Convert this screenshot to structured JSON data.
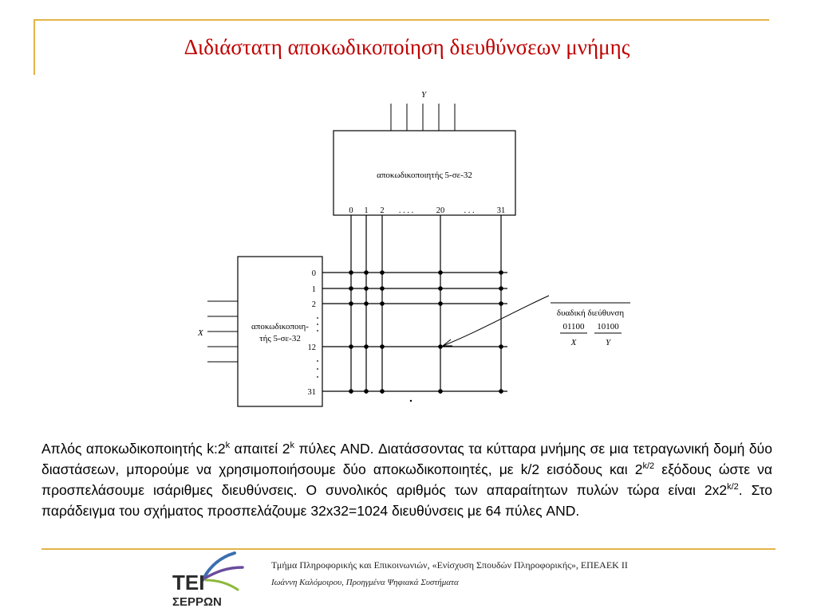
{
  "colors": {
    "accent_gold": "#E3B448",
    "title_red": "#C00000",
    "line": "#000000",
    "logo_dark": "#2B2B2B",
    "logo_blue": "#3A6FB0",
    "logo_purple": "#6A4C9C",
    "logo_green": "#8DB83A"
  },
  "slide": {
    "title": "Διδιάστατη αποκωδικοποίηση διευθύνσεων μνήμης"
  },
  "diagram": {
    "top_decoder": {
      "label": "αποκωδικοποιητής 5-σε-32",
      "input_label": "Y",
      "outputs": [
        "0",
        "1",
        "2",
        ". . . .",
        "20",
        ". . .",
        "31"
      ]
    },
    "left_decoder": {
      "label_line1": "αποκωδικοποιη-",
      "label_line2": "τής 5-σε-32",
      "input_label": "X",
      "outputs": [
        "0",
        "1",
        "2",
        "12",
        "31"
      ]
    },
    "address_box": {
      "heading": "δυαδική διεύθυνση",
      "x_bits": "01100",
      "y_bits": "10100",
      "x_label": "X",
      "y_label": "Y"
    }
  },
  "body": {
    "p1": "Απλός αποκωδικοποιητής k:2",
    "sup_k_1": "k",
    "p2": " απαιτεί 2",
    "sup_k_2": "k",
    "p3": " πύλες AND. Διατάσσοντας τα κύτταρα μνήμης σε μια τετραγωνική δομή δύο διαστάσεων, μπορούμε να χρησιμοποιήσουμε δύο αποκωδικοποιητές, με k/2 εισόδους και 2",
    "sup_k2_1": "k/2",
    "p4": " εξόδους ώστε να προσπελάσουμε ισάριθμες διευθύνσεις. Ο συνολικός αριθμός των απαραίτητων πυλών τώρα είναι 2x2",
    "sup_k2_2": "k/2",
    "p5": ". Στο παράδειγμα του σχήματος προσπελάζουμε 32x32=1024 διευθύνσεις με 64 πύλες AND."
  },
  "footer": {
    "line1": "Τμήμα Πληροφορικής και Επικοινωνιών, «Ενίσχυση Σπουδών Πληροφορικής», ΕΠΕΑΕΚ ΙΙ",
    "line2": "Ιωάννη Καλόμοιρου, Προηγμένα Ψηφιακά Συστήματα"
  },
  "logo": {
    "text_top": "ΤΕΙ",
    "text_bottom": "ΣΕΡΡΩΝ"
  }
}
